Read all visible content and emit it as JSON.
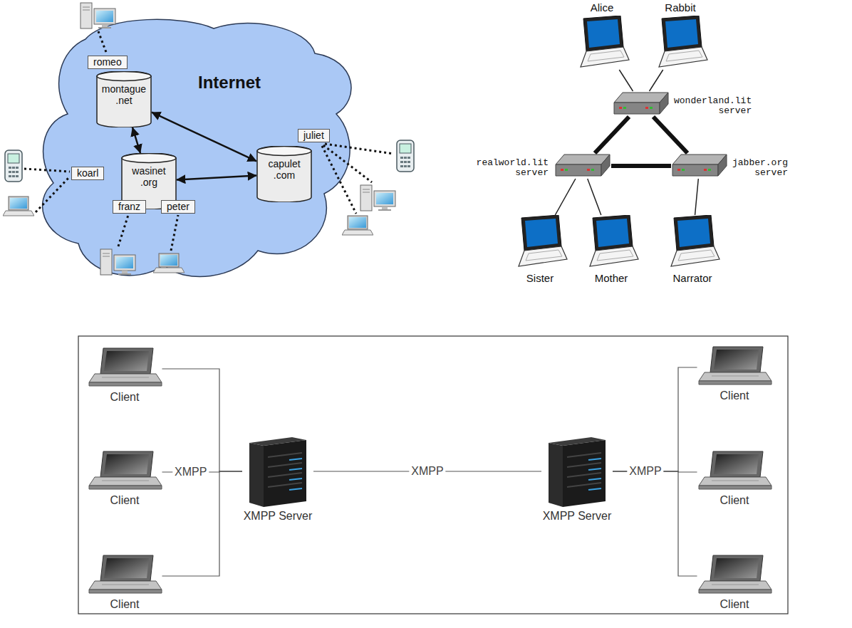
{
  "diagram": {
    "nodes": [
      {
        "text": [
          "romeo"
        ]
      },
      {
        "text": [
          "montague .net"
        ]
      },
      {
        "text": [
          "juliet"
        ]
      },
      {
        "text": [
          "capulet .com"
        ]
      },
      {
        "text": [
          "koarl"
        ]
      },
      {
        "text": [
          "wasinet .org"
        ]
      },
      {
        "text": [
          "franz"
        ]
      },
      {
        "text": [
          "peter"
        ]
      },
      {
        "text": [
          "Alice"
        ]
      },
      {
        "text": [
          "Rabbit"
        ]
      },
      {
        "text": [
          "wonderland.lit server"
        ]
      },
      {
        "text": [
          "realworld.lit server"
        ]
      },
      {
        "text": [
          "jabber.org server"
        ]
      },
      {
        "text": [
          "Sister"
        ]
      },
      {
        "text": [
          "Mother"
        ]
      },
      {
        "text": [
          "Narrator"
        ]
      },
      {
        "text": [
          "Client"
        ]
      },
      {
        "text": [
          "Client"
        ]
      },
      {
        "text": [
          "Client"
        ]
      },
      {
        "text": [
          "XMPP Server"
        ]
      },
      {
        "text": [
          "XMPP Server"
        ]
      },
      {
        "text": [
          "Client"
        ]
      },
      {
        "text": [
          "Client"
        ]
      },
      {
        "text": [
          "Client"
        ]
      }
    ],
    "edges": [
      {
        "from": 1,
        "to": 5,
        "arrow": "both"
      },
      {
        "from": 1,
        "to": 3,
        "arrow": "both"
      },
      {
        "from": 5,
        "to": 3,
        "arrow": "both"
      },
      {
        "from": 8,
        "to": 10,
        "arrow": "none"
      },
      {
        "from": 9,
        "to": 10,
        "arrow": "none"
      },
      {
        "from": 10,
        "to": 11,
        "arrow": "none"
      },
      {
        "from": 10,
        "to": 12,
        "arrow": "none"
      },
      {
        "from": 11,
        "to": 12,
        "arrow": "none"
      },
      {
        "from": 11,
        "to": 13,
        "arrow": "none"
      },
      {
        "from": 11,
        "to": 14,
        "arrow": "none"
      },
      {
        "from": 12,
        "to": 15,
        "arrow": "none"
      },
      {
        "from": 16,
        "to": 19,
        "arrow": "none"
      },
      {
        "from": 17,
        "to": 19,
        "label": "XMPP",
        "arrow": "none"
      },
      {
        "from": 18,
        "to": 19,
        "arrow": "none"
      },
      {
        "from": 19,
        "to": 20,
        "label": "XMPP",
        "arrow": "none"
      },
      {
        "from": 20,
        "to": 21,
        "arrow": "none"
      },
      {
        "from": 20,
        "to": 22,
        "label": "XMPP",
        "arrow": "none"
      },
      {
        "from": 20,
        "to": 23,
        "arrow": "none"
      }
    ],
    "labels": [
      "Internet"
    ]
  }
}
